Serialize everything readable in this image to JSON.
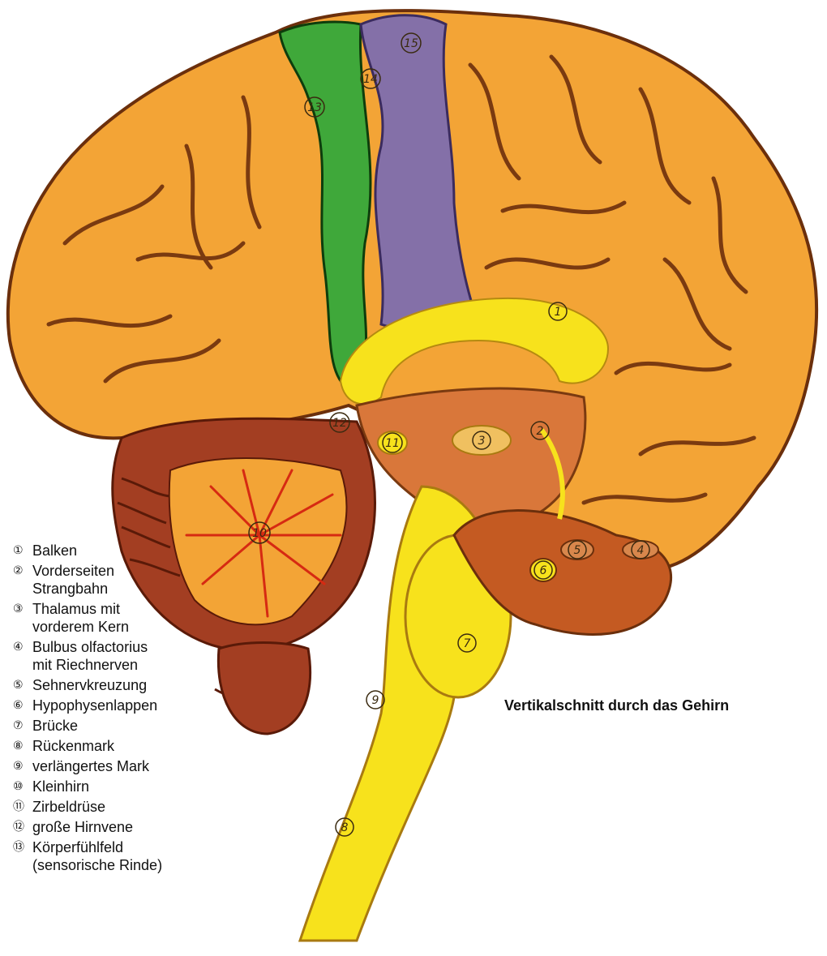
{
  "caption": "Vertikalschnitt durch das Gehirn",
  "legend": [
    {
      "num": "①",
      "lines": [
        "Balken"
      ]
    },
    {
      "num": "②",
      "lines": [
        "Vorderseiten",
        "Strangbahn"
      ]
    },
    {
      "num": "③",
      "lines": [
        "Thalamus mit",
        "vorderem Kern"
      ]
    },
    {
      "num": "④",
      "lines": [
        "Bulbus olfactorius",
        "mit Riechnerven"
      ]
    },
    {
      "num": "⑤",
      "lines": [
        "Sehnervkreuzung"
      ]
    },
    {
      "num": "⑥",
      "lines": [
        "Hypophysenlappen"
      ]
    },
    {
      "num": "⑦",
      "lines": [
        "Brücke"
      ]
    },
    {
      "num": "⑧",
      "lines": [
        "Rückenmark"
      ]
    },
    {
      "num": "⑨",
      "lines": [
        "verlängertes Mark"
      ]
    },
    {
      "num": "⑩",
      "lines": [
        "Kleinhirn"
      ]
    },
    {
      "num": "⑪",
      "lines": [
        "Zirbeldrüse"
      ]
    },
    {
      "num": "⑫",
      "lines": [
        "große Hirnvene"
      ]
    },
    {
      "num": "⑬",
      "lines": [
        "Körperfühlfeld",
        "(sensorische Rinde)"
      ]
    }
  ],
  "markers": [
    "1",
    "2",
    "3",
    "4",
    "5",
    "6",
    "7",
    "8",
    "9",
    "10",
    "11",
    "12",
    "13",
    "14",
    "15"
  ],
  "colors": {
    "cortex": "#f3a436",
    "cortex_outline": "#6b2f0c",
    "sensory_cortex": "#3fa83a",
    "motor_cortex": "#8470a8",
    "white_matter": "#f7e21c",
    "brainstem_dark": "#b8501c",
    "cerebellum_lines": "#d62a12",
    "text": "#111111"
  }
}
